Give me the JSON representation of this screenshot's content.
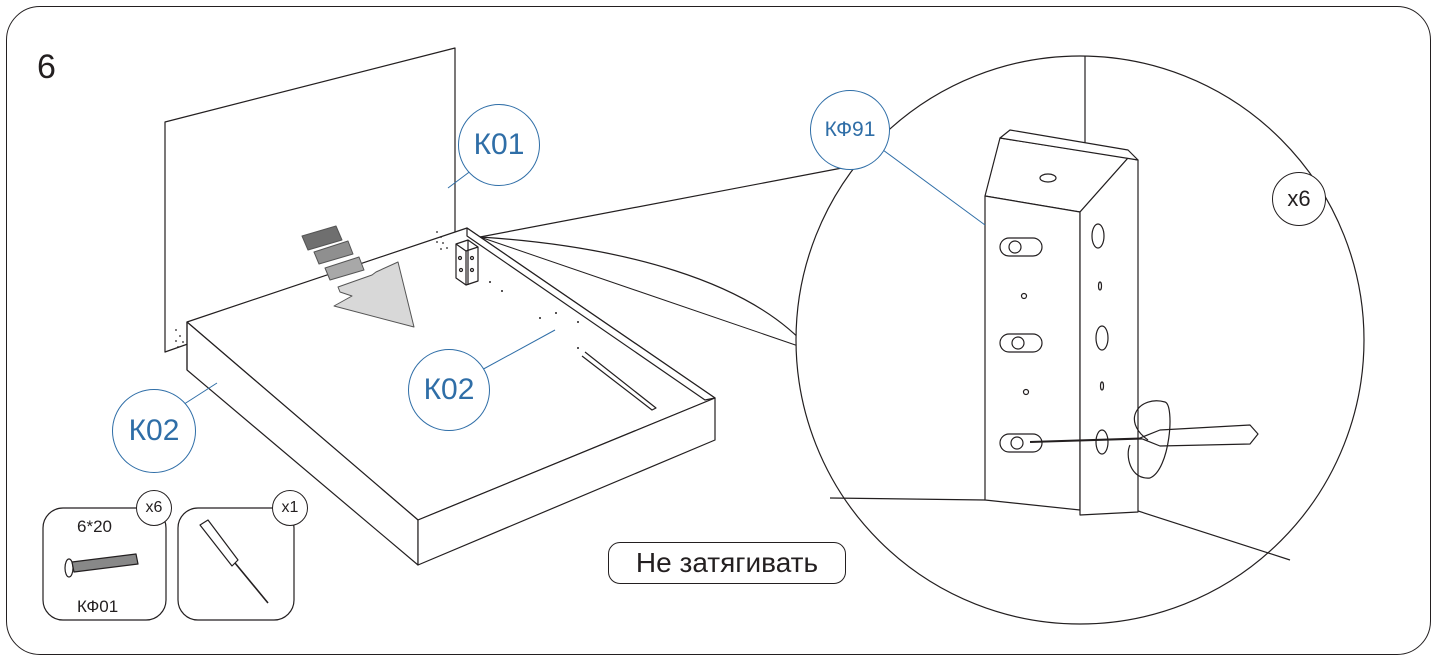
{
  "step_number": "6",
  "callouts": {
    "headboard_panel": "К01",
    "side_rail_back": "К02",
    "side_rail_front": "К02",
    "corner_bracket": "КФ91"
  },
  "detail_quantity": "x6",
  "parts": [
    {
      "size": "6*20",
      "quantity": "x6",
      "code": "КФ01",
      "icon": "screw-icon"
    },
    {
      "quantity": "x1",
      "icon": "screwdriver-icon"
    }
  ],
  "note": "Не затягивать",
  "colors": {
    "callout": "#2f6ea7",
    "line": "#231f20",
    "arrow_dark": "#7a7a7a",
    "arrow_light": "#dcdcdc"
  }
}
